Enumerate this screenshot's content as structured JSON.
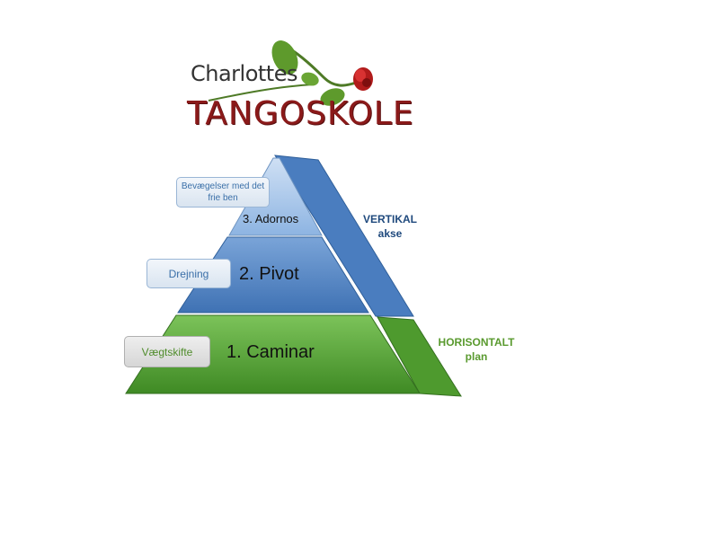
{
  "logo": {
    "line1": "Charlottes",
    "line2": "TANGOSKOLE"
  },
  "pyramid": {
    "tiers": [
      {
        "label": "3. Adornos",
        "tag": "Bevægelser med det frie ben"
      },
      {
        "label": "2. Pivot",
        "tag": "Drejning"
      },
      {
        "label": "1. Caminar",
        "tag": "Vægtskifte"
      }
    ]
  },
  "axes": {
    "vertical": {
      "line1": "VERTIKAL",
      "line2": "akse"
    },
    "horizontal": {
      "line1": "HORISONTALT",
      "line2": "plan"
    }
  },
  "colors": {
    "top_tier": "#8db4e2",
    "mid_tier": "#4f81bd",
    "bottom_tier": "#5aa33b",
    "vertical_axis": "#4a7dbf",
    "horizontal_axis": "#4e9a2e",
    "logo_red": "#8b1a1a"
  }
}
